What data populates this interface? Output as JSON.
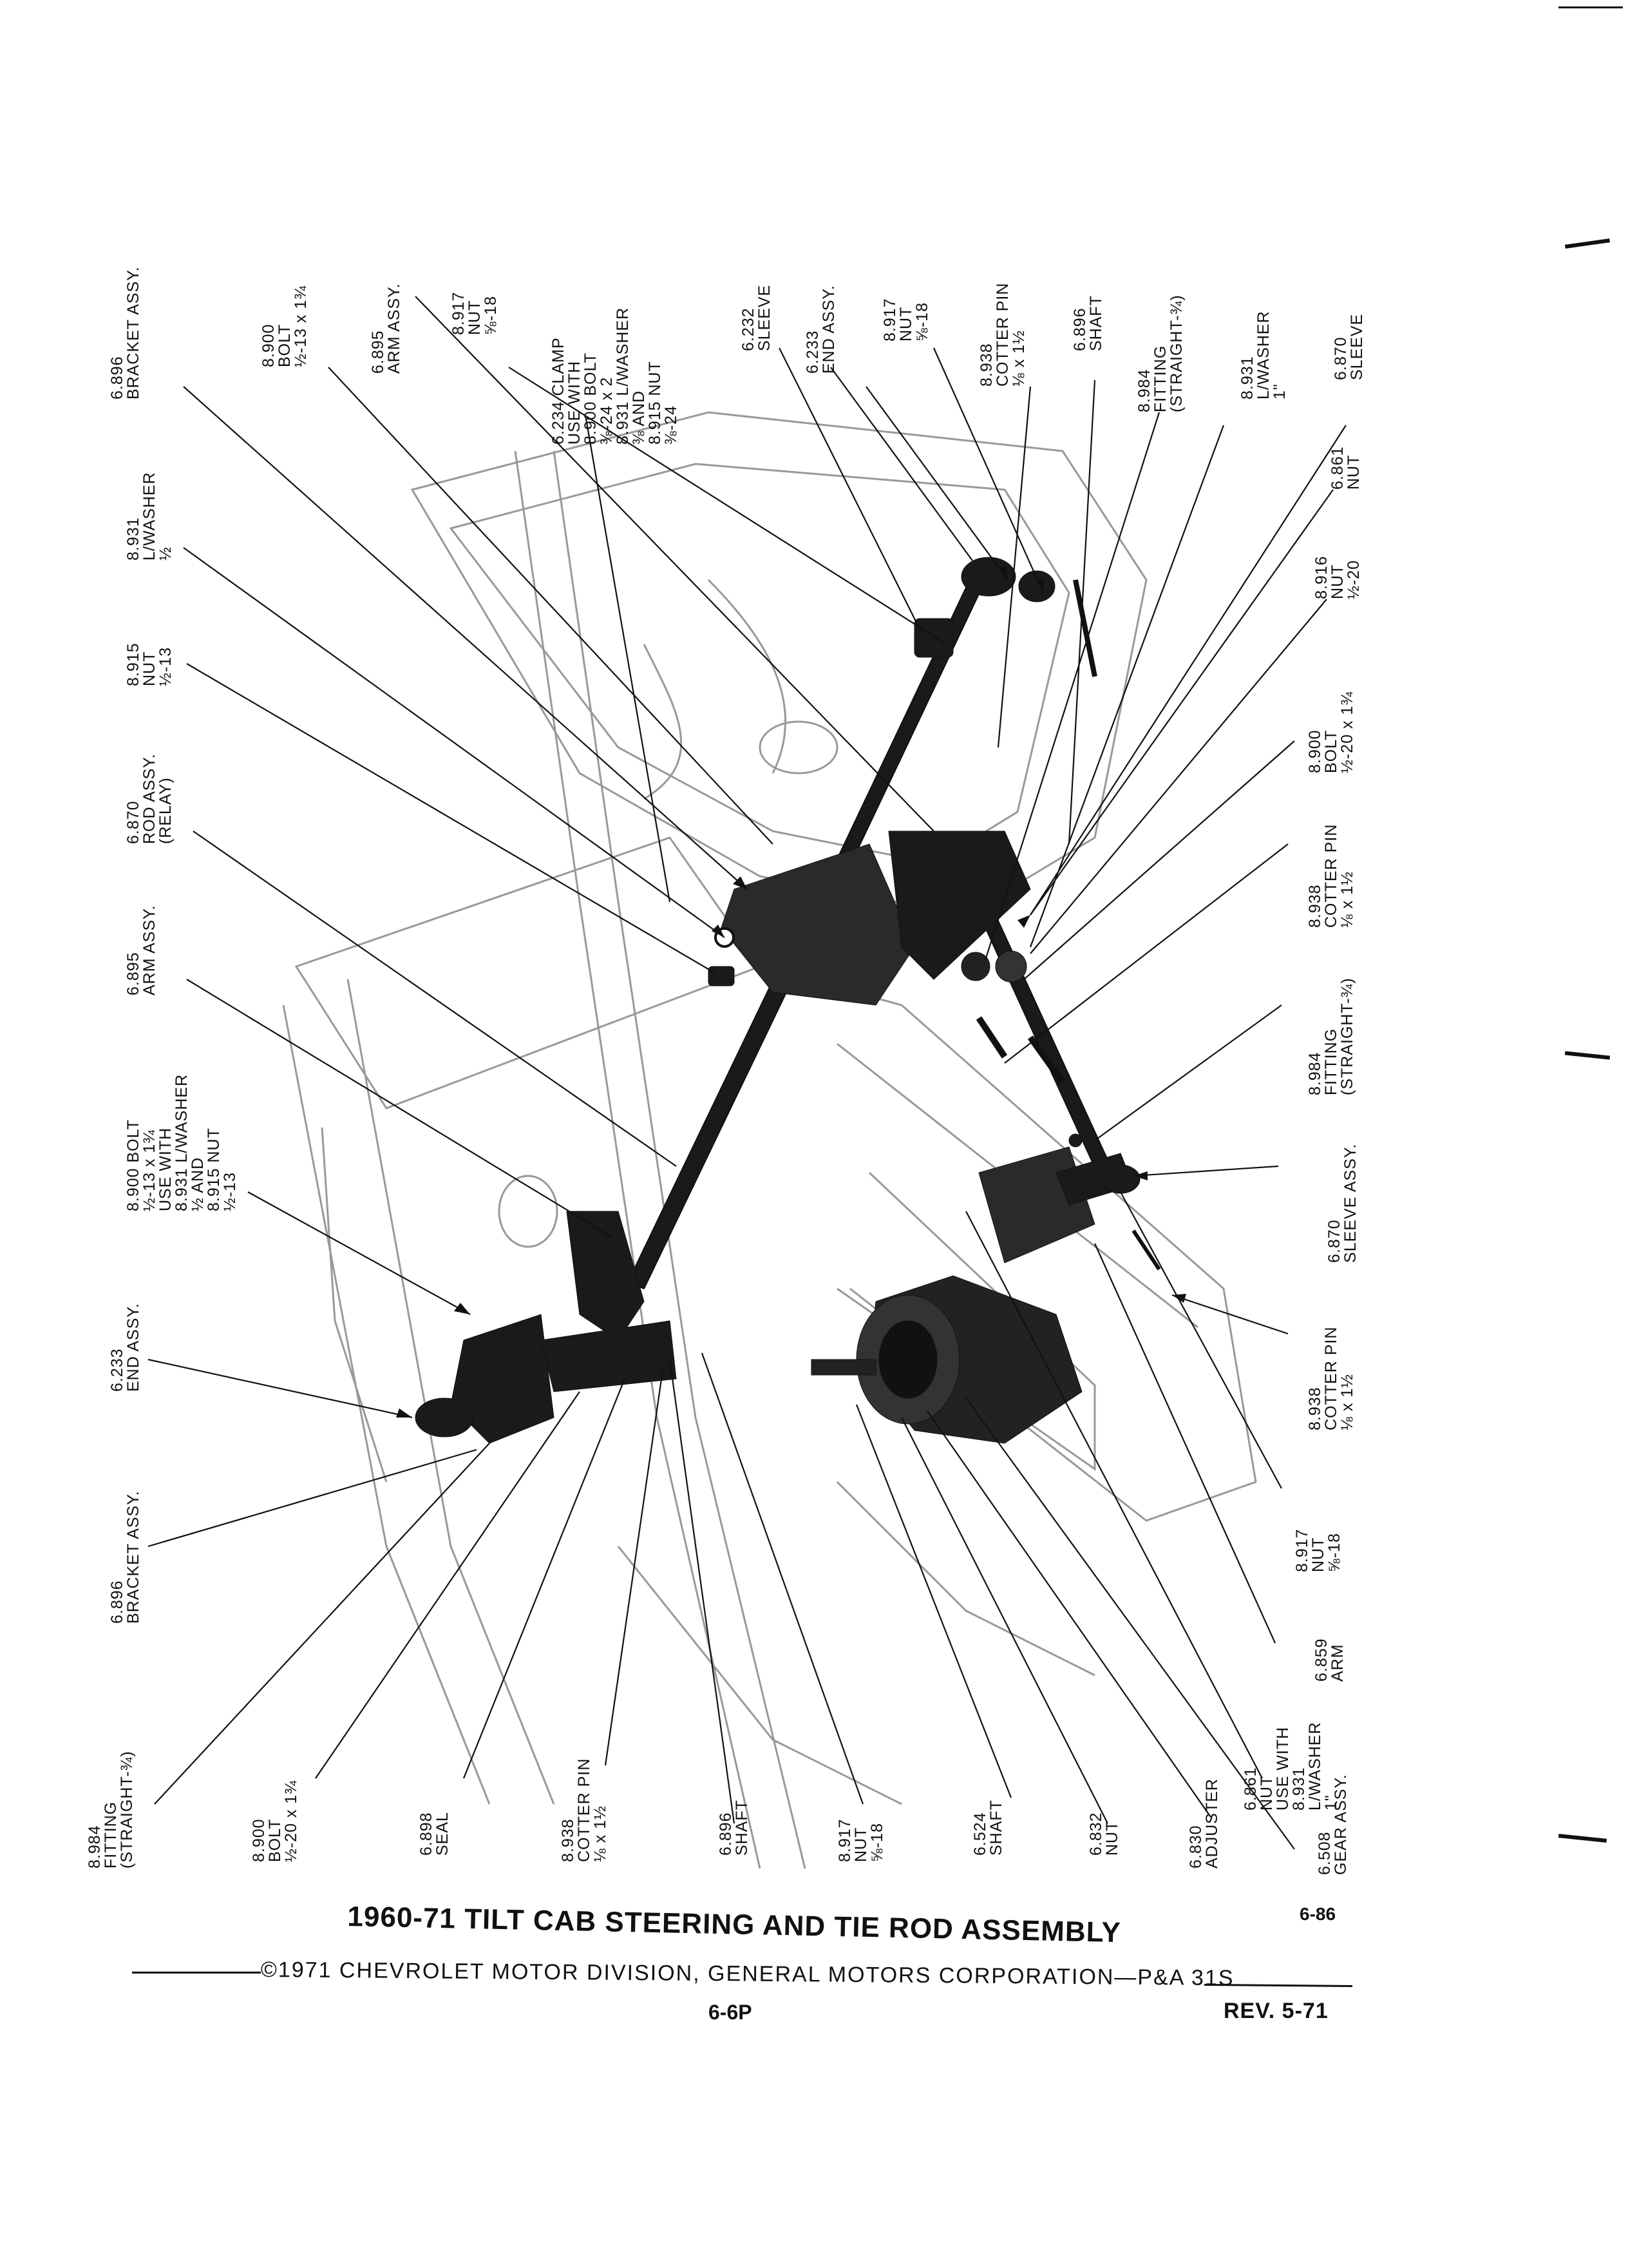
{
  "title": "1960-71 TILT CAB STEERING AND TIE ROD ASSEMBLY",
  "figure_number": "6-86",
  "copyright": "©1971 CHEVROLET MOTOR DIVISION, GENERAL MOTORS CORPORATION—P&A 31S",
  "page_number": "6-6P",
  "revision": "REV. 5-71",
  "callouts": {
    "bracket_assy_top": [
      "6.896",
      "BRACKET ASSY."
    ],
    "bolt_top": [
      "8.900",
      "BOLT",
      "½-13 x 1¾"
    ],
    "arm_assy_top": [
      "6.895",
      "ARM ASSY."
    ],
    "nut_top": [
      "8.917",
      "NUT",
      "⅝-18"
    ],
    "clamp": [
      "6.234 CLAMP",
      "USE WITH",
      "8.900 BOLT",
      "⅜-24 x 2",
      "8.931 L/WASHER",
      "⅜ AND",
      "8.915 NUT",
      "⅜-24"
    ],
    "sleeve_top": [
      "6.232",
      "SLEEVE"
    ],
    "end_assy_top": [
      "6.233",
      "END ASSY."
    ],
    "nut_top2": [
      "8.917",
      "NUT",
      "⅝-18"
    ],
    "cotter_top": [
      "8.938",
      "COTTER PIN",
      "⅛ x 1½"
    ],
    "shaft_top": [
      "6.896",
      "SHAFT"
    ],
    "fitting_top": [
      "8.984",
      "FITTING",
      "(STRAIGHT-¾)"
    ],
    "lwasher_top": [
      "8.931",
      "L/WASHER",
      "1\""
    ],
    "sleeve_top2": [
      "6.870",
      "SLEEVE"
    ],
    "lwasher_left": [
      "8.931",
      "L/WASHER",
      "½"
    ],
    "nut_left": [
      "8.915",
      "NUT",
      "½-13"
    ],
    "rod_relay": [
      "6.870",
      "ROD ASSY.",
      "(RELAY)"
    ],
    "arm_assy_left": [
      "6.895",
      "ARM ASSY."
    ],
    "bolt_combo": [
      "8.900 BOLT",
      "½-13 x 1¾",
      "USE WITH",
      "8.931 L/WASHER",
      "½ AND",
      "8.915 NUT",
      "½-13"
    ],
    "end_assy_left": [
      "6.233",
      "END ASSY."
    ],
    "bracket_assy_left": [
      "6.896",
      "BRACKET ASSY."
    ],
    "nut_right1": [
      "6.861",
      "NUT"
    ],
    "nut_right2": [
      "8.916",
      "NUT",
      "½-20"
    ],
    "bolt_right": [
      "8.900",
      "BOLT",
      "½-20 x 1¾"
    ],
    "cotter_right": [
      "8.938",
      "COTTER PIN",
      "⅛ x 1½"
    ],
    "fitting_right": [
      "8.984",
      "FITTING",
      "(STRAIGHT-¾)"
    ],
    "sleeve_assy_right": [
      "6.870",
      "SLEEVE ASSY."
    ],
    "cotter_right2": [
      "8.938",
      "COTTER PIN",
      "⅛ x 1½"
    ],
    "nut_right3": [
      "8.917",
      "NUT",
      "⅝-18"
    ],
    "arm_right": [
      "6.859",
      "ARM"
    ],
    "nut_washer_right": [
      "6.861",
      "NUT",
      "USE WITH",
      "8.931",
      "L/WASHER",
      "1\""
    ],
    "fitting_bottom": [
      "8.984",
      "FITTING",
      "(STRAIGHT-¾)"
    ],
    "bolt_bottom": [
      "8.900",
      "BOLT",
      "½-20 x 1¾"
    ],
    "seal_bottom": [
      "6.898",
      "SEAL"
    ],
    "cotter_bottom": [
      "8.938",
      "COTTER PIN",
      "⅛ x 1½"
    ],
    "shaft_bottom": [
      "6.896",
      "SHAFT"
    ],
    "nut_bottom": [
      "8.917",
      "NUT",
      "⅝-18"
    ],
    "shaft_bottom2": [
      "6.524",
      "SHAFT"
    ],
    "nut_bottom2": [
      "6.832",
      "NUT"
    ],
    "adjuster_bottom": [
      "6.830",
      "ADJUSTER"
    ],
    "gear_assy_bottom": [
      "6.508",
      "GEAR ASSY."
    ]
  }
}
